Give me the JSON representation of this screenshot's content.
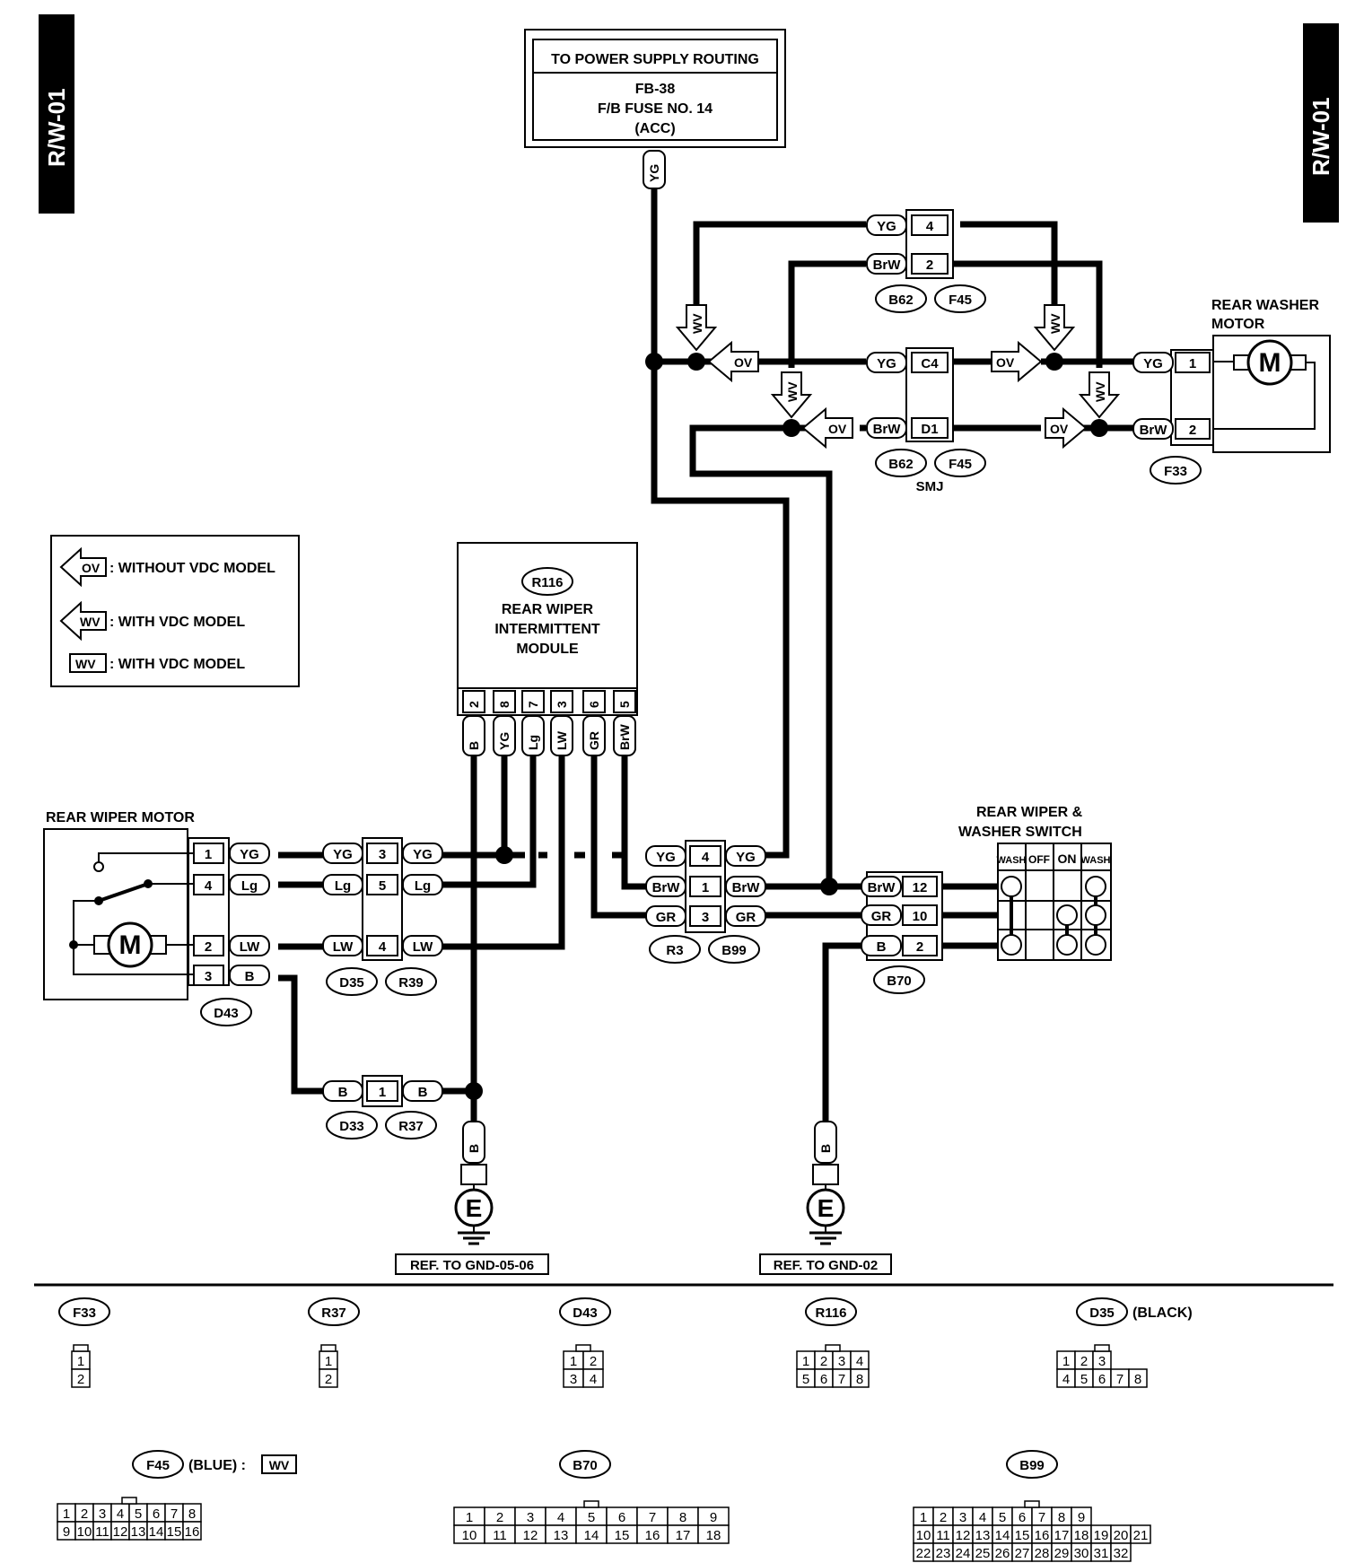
{
  "page_codes": {
    "left": "R/W-01",
    "right": "R/W-01"
  },
  "power_supply": {
    "title": "TO POWER SUPPLY ROUTING",
    "line1": "FB-38",
    "line2": "F/B FUSE NO. 14",
    "line3": "(ACC)"
  },
  "legend": {
    "items": [
      {
        "code": "OV",
        "text": ": WITHOUT VDC MODEL"
      },
      {
        "code": "WV",
        "text": ": WITH VDC MODEL"
      },
      {
        "code": "WV",
        "text": ": WITH VDC MODEL"
      }
    ]
  },
  "module": {
    "code": "R116",
    "name_line1": "REAR WIPER",
    "name_line2": "INTERMITTENT",
    "name_line3": "MODULE",
    "pins": [
      "2",
      "8",
      "7",
      "3",
      "6",
      "5"
    ],
    "wires": [
      "B",
      "YG",
      "Lg",
      "LW",
      "GR",
      "BrW"
    ]
  },
  "rear_wiper_motor": {
    "label": "REAR WIPER MOTOR",
    "motor": "M",
    "pins": [
      "1",
      "4",
      "2",
      "3"
    ],
    "wires": [
      "YG",
      "Lg",
      "LW",
      "B"
    ],
    "connector": "D43"
  },
  "rear_washer_motor": {
    "label_line1": "REAR WASHER",
    "label_line2": "MOTOR",
    "motor": "M",
    "pins": [
      "1",
      "2"
    ],
    "wires": [
      "YG",
      "BrW"
    ],
    "connector": "F33"
  },
  "switch": {
    "label_line1": "REAR WIPER &",
    "label_line2": "WASHER SWITCH",
    "columns": [
      "WASH",
      "OFF",
      "ON",
      "WASH"
    ],
    "pins": [
      "12",
      "10",
      "2"
    ],
    "wires": [
      "BrW",
      "GR",
      "B"
    ],
    "connector": "B70"
  },
  "junctions": {
    "b62_f45_top": {
      "pins": [
        "4",
        "2"
      ],
      "wires": [
        "YG",
        "BrW"
      ],
      "codes": [
        "B62",
        "F45"
      ]
    },
    "smj": {
      "pins": [
        "C4",
        "D1"
      ],
      "wires": [
        "YG",
        "BrW"
      ],
      "codes": [
        "B62",
        "F45"
      ],
      "label": "SMJ"
    },
    "d35_r39": {
      "pins": [
        "3",
        "5",
        "4"
      ],
      "wires": [
        "YG",
        "Lg",
        "LW"
      ],
      "codes": [
        "D35",
        "R39"
      ]
    },
    "r3_b99": {
      "pins": [
        "4",
        "1",
        "3"
      ],
      "wires": [
        "YG",
        "BrW",
        "GR"
      ],
      "codes": [
        "R3",
        "B99"
      ]
    },
    "d33_r37": {
      "pin": "1",
      "wire": "B",
      "codes": [
        "D33",
        "R37"
      ]
    }
  },
  "markers": {
    "ov": "OV",
    "wv": "WV",
    "yg": "YG",
    "b": "B"
  },
  "grounds": [
    {
      "symbol": "E",
      "ref": "REF. TO GND-05-06"
    },
    {
      "symbol": "E",
      "ref": "REF. TO GND-02"
    }
  ],
  "connector_views": [
    {
      "code": "F33",
      "note": "",
      "rows": [
        [
          "1"
        ],
        [
          "2"
        ]
      ]
    },
    {
      "code": "R37",
      "note": "",
      "rows": [
        [
          "1"
        ],
        [
          "2"
        ]
      ]
    },
    {
      "code": "D43",
      "note": "",
      "rows": [
        [
          "1",
          "2"
        ],
        [
          "3",
          "4"
        ]
      ]
    },
    {
      "code": "R116",
      "note": "",
      "rows": [
        [
          "1",
          "2",
          "3",
          "4"
        ],
        [
          "5",
          "6",
          "7",
          "8"
        ]
      ]
    },
    {
      "code": "D35",
      "note": "(BLACK)",
      "rows": [
        [
          "1",
          "2",
          "3"
        ],
        [
          "4",
          "5",
          "6",
          "7",
          "8"
        ]
      ]
    },
    {
      "code": "F45",
      "note": "(BLUE) :",
      "tag": "WV",
      "rows": [
        [
          "1",
          "2",
          "3",
          "4",
          "5",
          "6",
          "7",
          "8"
        ],
        [
          "9",
          "10",
          "11",
          "12",
          "13",
          "14",
          "15",
          "16"
        ]
      ]
    },
    {
      "code": "B70",
      "note": "",
      "rows": [
        [
          "1",
          "2",
          "3",
          "4",
          "5",
          "6",
          "7",
          "8",
          "9"
        ],
        [
          "10",
          "11",
          "12",
          "13",
          "14",
          "15",
          "16",
          "17",
          "18"
        ]
      ]
    },
    {
      "code": "B99",
      "note": "",
      "rows": [
        [
          "1",
          "2",
          "3",
          "4",
          "5",
          "6",
          "7",
          "8",
          "9"
        ],
        [
          "10",
          "11",
          "12",
          "13",
          "14",
          "15",
          "16",
          "17",
          "18",
          "19",
          "20",
          "21"
        ],
        [
          "22",
          "23",
          "24",
          "25",
          "26",
          "27",
          "28",
          "29",
          "30",
          "31",
          "32"
        ]
      ]
    }
  ]
}
